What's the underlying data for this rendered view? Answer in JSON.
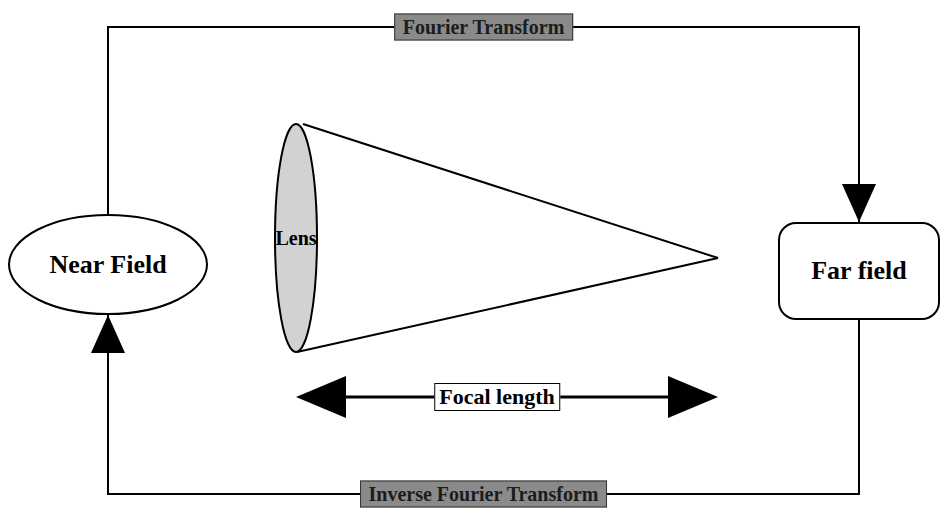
{
  "diagram": {
    "nodes": [
      {
        "text": [
          "Near Field"
        ]
      },
      {
        "text": [
          "Lens"
        ]
      },
      {
        "text": [
          "Far field"
        ]
      }
    ],
    "edges": [
      {
        "from": 0,
        "to": 2,
        "arrow": "to",
        "label": "Fourier Transform"
      },
      {
        "from": 2,
        "to": 0,
        "arrow": "to",
        "label": "Inverse Fourier Transform"
      }
    ],
    "labels": [
      "Focal length"
    ]
  }
}
